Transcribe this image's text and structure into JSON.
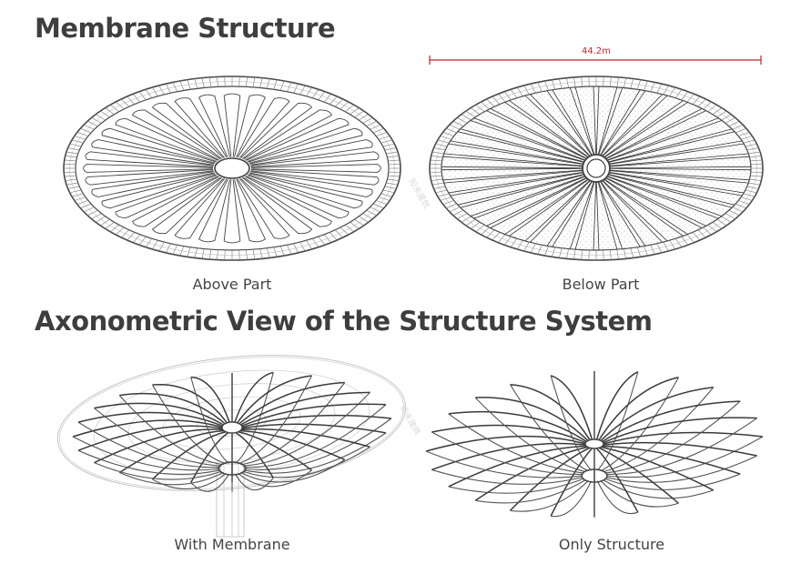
{
  "headings": {
    "membrane": "Membrane Structure",
    "axonometric": "Axonometric View of the Structure System"
  },
  "captions": {
    "above": "Above Part",
    "below": "Below Part",
    "with_membrane": "With Membrane",
    "only_structure": "Only Structure"
  },
  "dimension": {
    "label": "44.2m",
    "color": "#c0262d"
  },
  "watermark": "知未建筑",
  "colors": {
    "ink": "#3e3e3e",
    "line": "#555555",
    "light": "#c8c8c8"
  }
}
